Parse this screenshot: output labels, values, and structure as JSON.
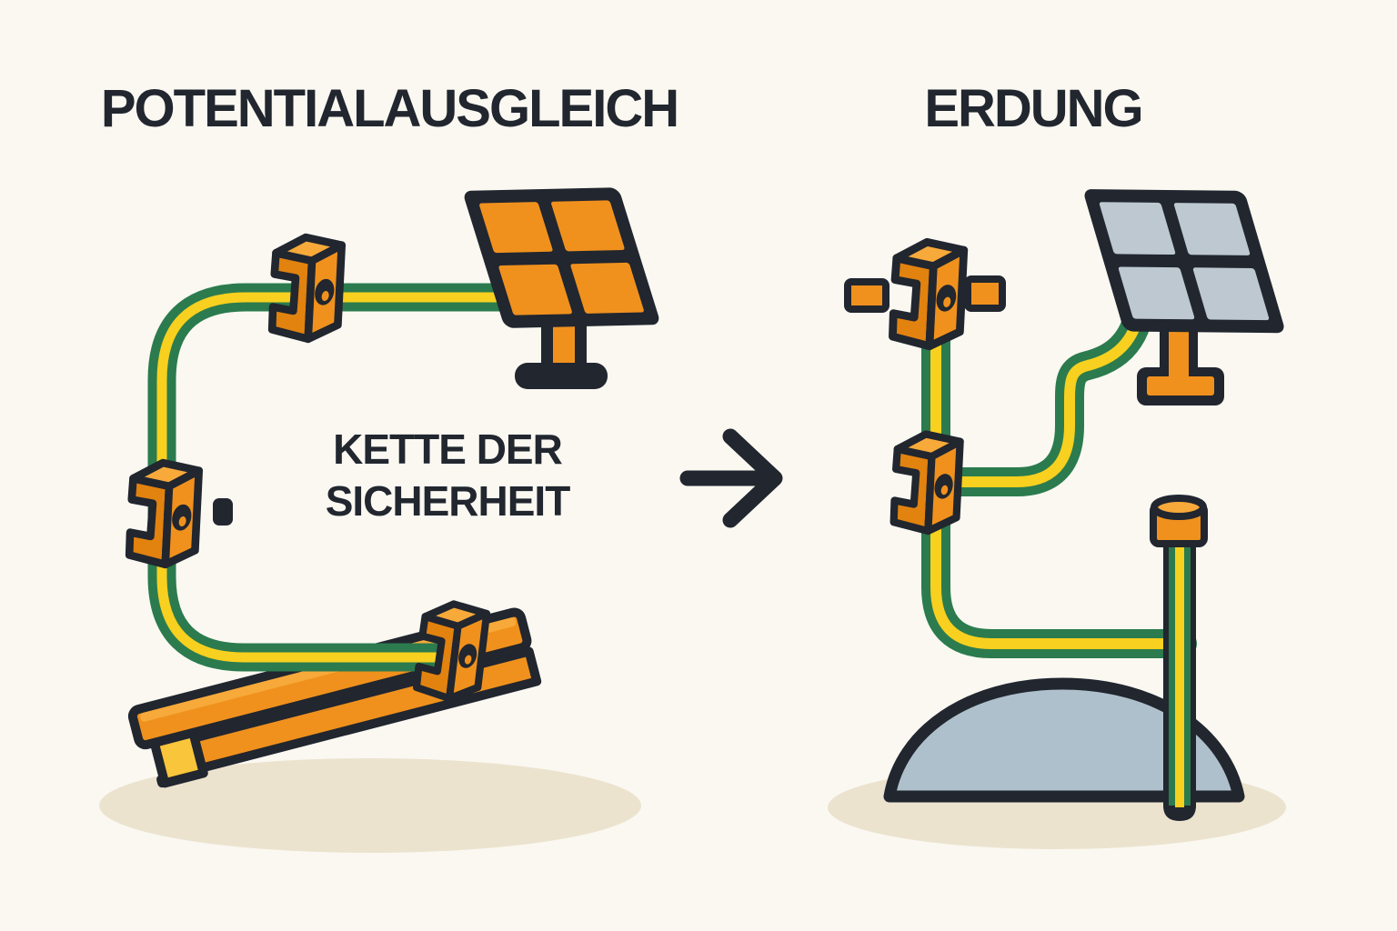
{
  "left_section": {
    "title": "POTENTIALAUSGLEICH",
    "caption": {
      "line1": "KETTE DER",
      "line2": "SICHERHEIT"
    }
  },
  "right_section": {
    "title": "ERDUNG"
  },
  "colors": {
    "background": "#FAF8F1",
    "ink": "#21262F",
    "orange": "#F0911D",
    "orange-light": "#F7A93A",
    "orange-deep": "#E2820F",
    "orange-pale": "#F9C53A",
    "cable-green": "#2B7B4E",
    "cable-yellow": "#F8D01F",
    "panel-gray": "#BDC8D1",
    "mound-gray": "#AEC0CB",
    "shadow": "#ECE3CF"
  }
}
